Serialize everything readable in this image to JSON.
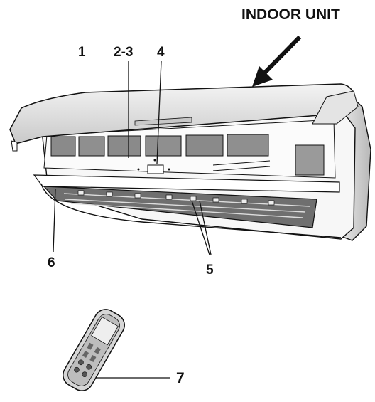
{
  "title": "INDOOR UNIT",
  "callouts": {
    "c1": "1",
    "c23": "2-3",
    "c4": "4",
    "c5": "5",
    "c6": "6",
    "c7": "7"
  },
  "colors": {
    "line": "#111111",
    "filter_mesh": "#8f8f8f",
    "body_shade": "#d9d9d9"
  },
  "icons": {
    "pointer": "arrow-icon",
    "remote": "remote-control-icon"
  }
}
